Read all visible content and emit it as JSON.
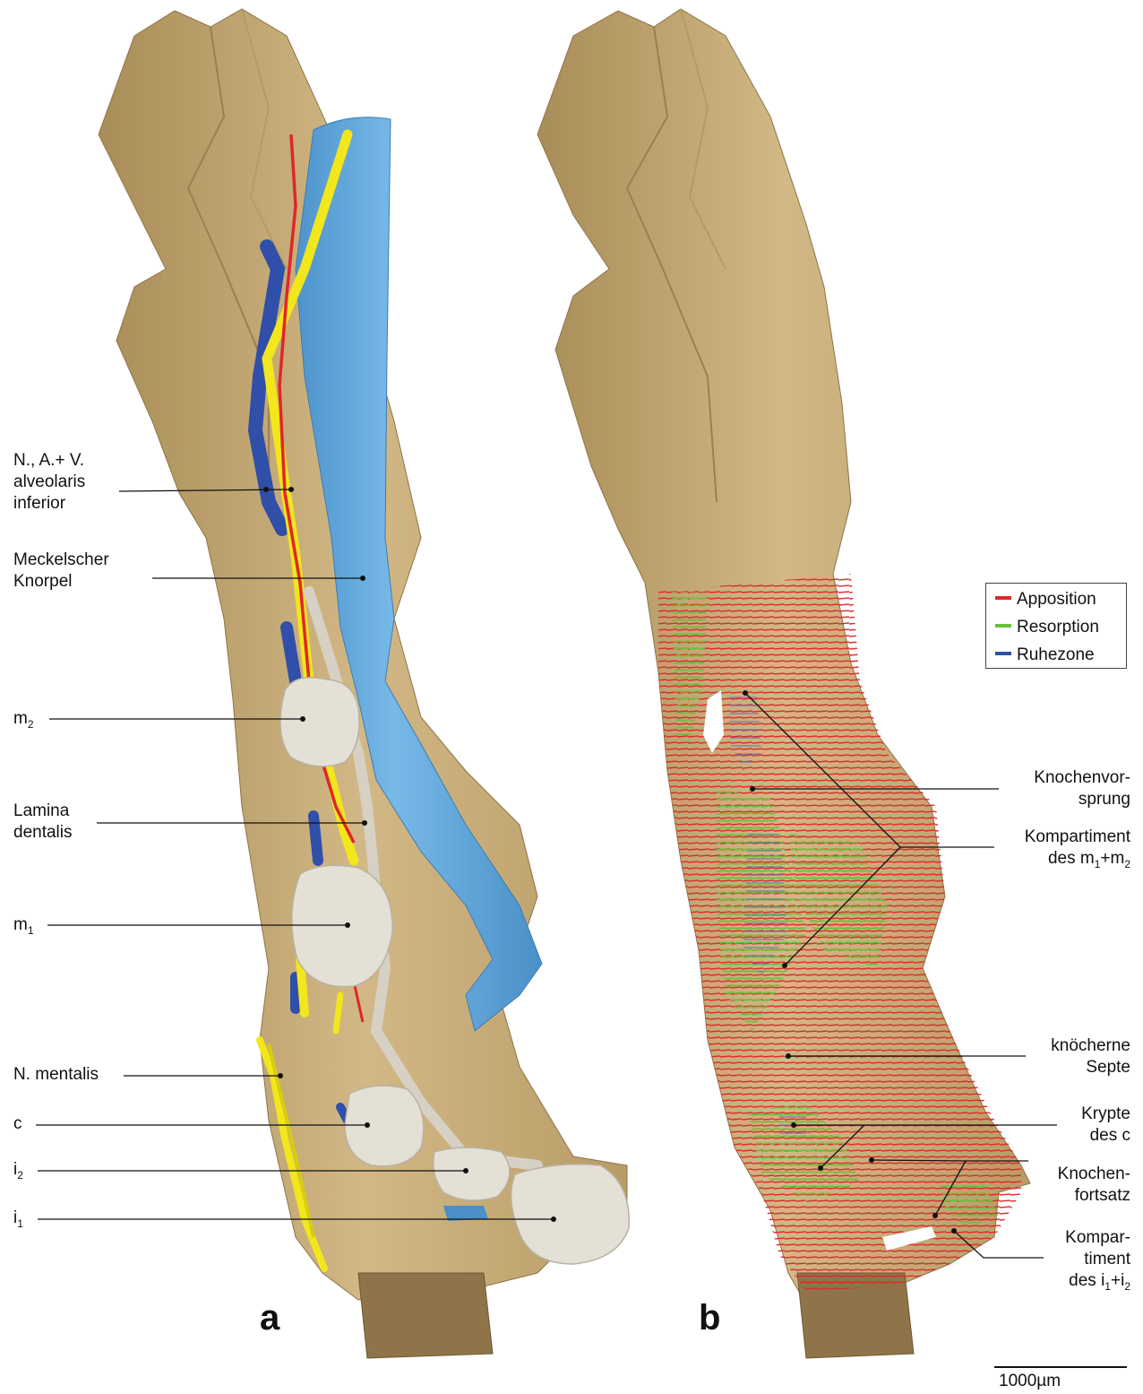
{
  "panel_a": {
    "letter": "a",
    "labels": {
      "nerve_line1": "N., A.+ V.",
      "nerve_line2": "alveolaris",
      "nerve_line3": "inferior",
      "meckel_line1": "Meckelscher",
      "meckel_line2": "Knorpel",
      "m2_base": "m",
      "m2_sub": "2",
      "lamina_line1": "Lamina",
      "lamina_line2": "dentalis",
      "m1_base": "m",
      "m1_sub": "1",
      "mentalis": "N. mentalis",
      "c": "c",
      "i2_base": "i",
      "i2_sub": "2",
      "i1_base": "i",
      "i1_sub": "1"
    }
  },
  "panel_b": {
    "letter": "b",
    "labels": {
      "knochenvor_line1": "Knochenvor-",
      "knochenvor_line2": "sprung",
      "kompart_m_line1": "Kompartiment",
      "kompart_m_des": "des m",
      "kompart_m_s1": "1",
      "kompart_m_plus": "+m",
      "kompart_m_s2": "2",
      "septe_line1": "knöcherne",
      "septe_line2": "Septe",
      "krypte_line1": "Krypte",
      "krypte_line2": "des c",
      "fortsatz_line1": "Knochen-",
      "fortsatz_line2": "fortsatz",
      "kompart_i_line1": "Kompar-",
      "kompart_i_line2": "timent",
      "kompart_i_des": "des i",
      "kompart_i_s1": "1",
      "kompart_i_plus": "+i",
      "kompart_i_s2": "2"
    }
  },
  "legend": {
    "items": [
      {
        "label": "Apposition",
        "color": "#e0262a"
      },
      {
        "label": "Resorption",
        "color": "#6cbf3a"
      },
      {
        "label": "Ruhezone",
        "color": "#2f52a3"
      }
    ]
  },
  "scale_bar": {
    "label": "1000µm"
  },
  "colors": {
    "bone": "#c9ad7a",
    "bone_dark": "#a88d5c",
    "cartilage": "#5aa6de",
    "nerve": "#f2e61c",
    "artery": "#e0262a",
    "vein": "#2f4fa8",
    "tooth": "#e4e0d6"
  }
}
